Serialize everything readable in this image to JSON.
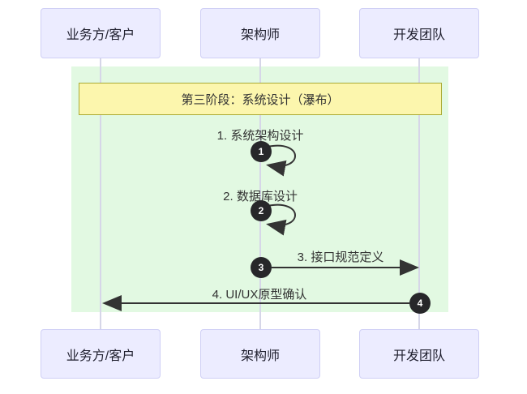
{
  "diagram": {
    "type": "sequence",
    "phase_note": "第三阶段：系统设计（瀑布）",
    "actors": [
      {
        "id": "business",
        "label": "业务方/客户"
      },
      {
        "id": "architect",
        "label": "架构师"
      },
      {
        "id": "devteam",
        "label": "开发团队"
      }
    ],
    "messages": [
      {
        "num": "1",
        "text": "1. 系统架构设计",
        "from": "architect",
        "to": "architect",
        "kind": "self-loop"
      },
      {
        "num": "2",
        "text": "2. 数据库设计",
        "from": "architect",
        "to": "architect",
        "kind": "self-loop"
      },
      {
        "num": "3",
        "text": "3. 接口规范定义",
        "from": "architect",
        "to": "devteam",
        "kind": "solid-arrow"
      },
      {
        "num": "4",
        "text": "4. UI/UX原型确认",
        "from": "devteam",
        "to": "business",
        "kind": "solid-arrow"
      }
    ],
    "colors": {
      "highlight_bg": "#E2F9E2",
      "note_bg": "#FCF6AD",
      "note_border": "#AAAA33",
      "actor_bg": "#ECECFF",
      "actor_border": "#CFCFF5",
      "lifeline": "#D6D6E8",
      "arrow": "#333333",
      "number_bg": "#27272A",
      "number_text": "#FFFFFF",
      "text": "#333333"
    }
  }
}
